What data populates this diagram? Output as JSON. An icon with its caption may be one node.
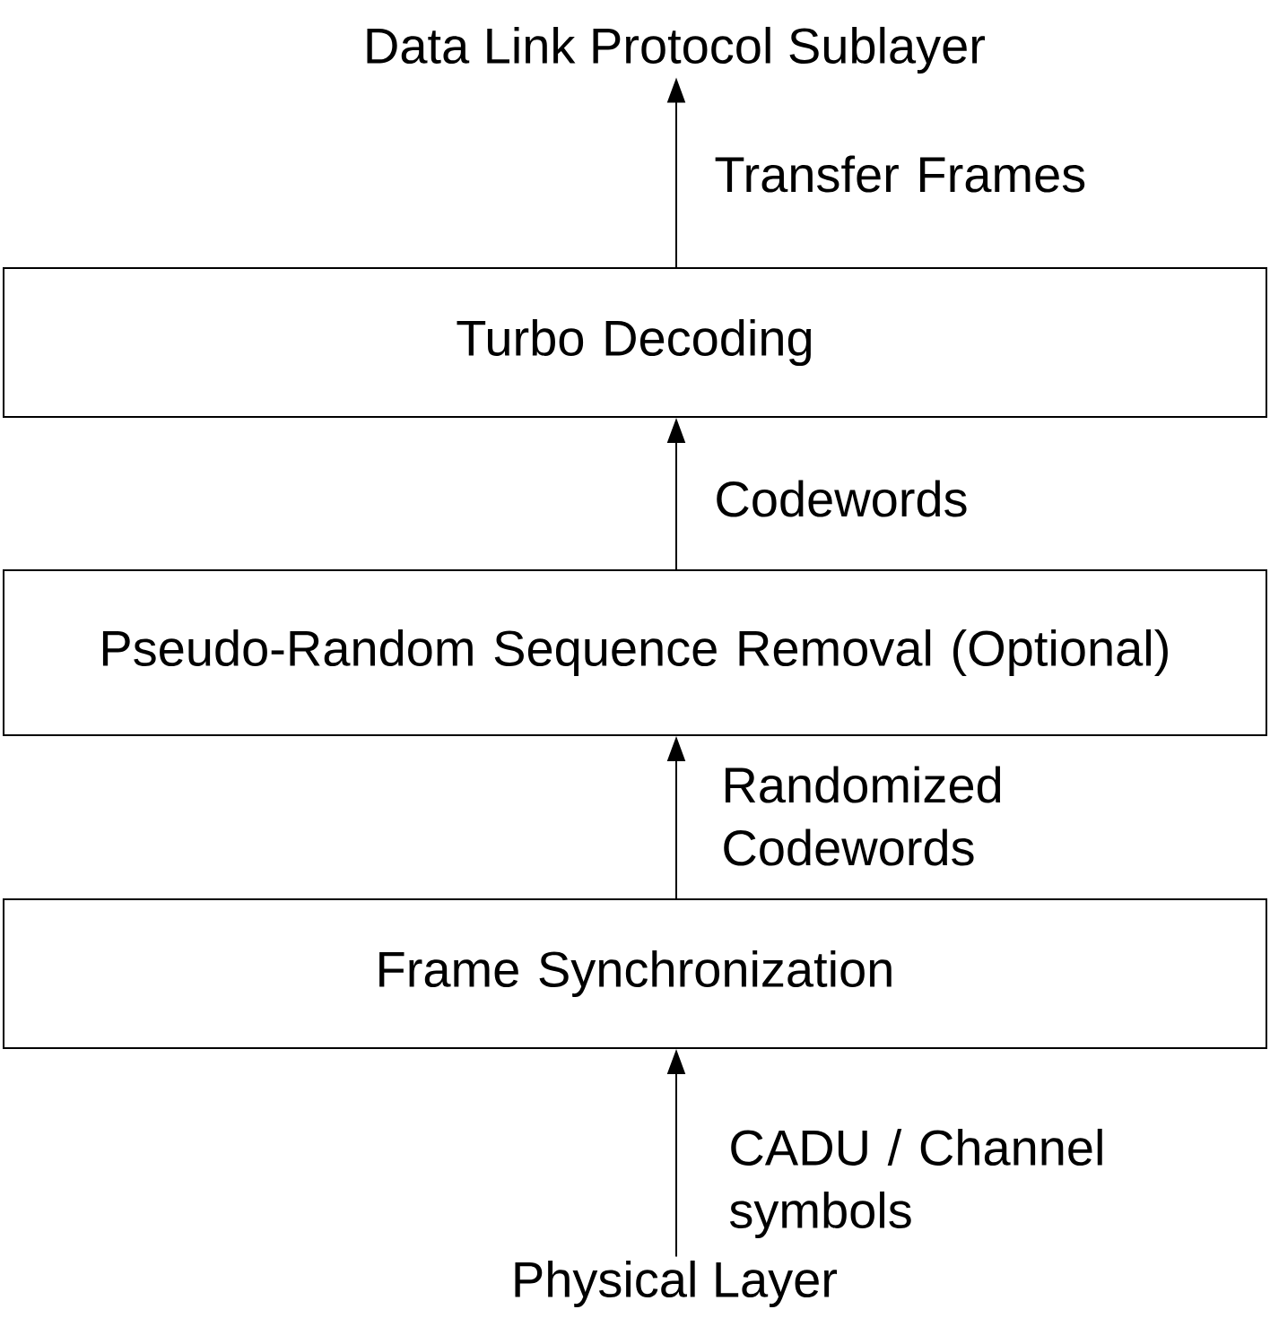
{
  "diagram": {
    "nodes": [
      {
        "text": [
          "Data Link Protocol Sublayer"
        ]
      },
      {
        "text": [
          "Turbo Decoding"
        ]
      },
      {
        "text": [
          "Pseudo-Random Sequence Removal (Optional)"
        ]
      },
      {
        "text": [
          "Frame Synchronization"
        ]
      },
      {
        "text": [
          "Physical Layer"
        ]
      }
    ],
    "edges": [
      {
        "from": 1,
        "to": 0,
        "arrow": "to",
        "label": "Transfer Frames"
      },
      {
        "from": 2,
        "to": 1,
        "arrow": "to",
        "label": "Codewords"
      },
      {
        "from": 3,
        "to": 2,
        "arrow": "to",
        "label": "Randomized Codewords"
      },
      {
        "from": 4,
        "to": 3,
        "arrow": "to",
        "label": "CADU / Channel symbols"
      }
    ]
  }
}
